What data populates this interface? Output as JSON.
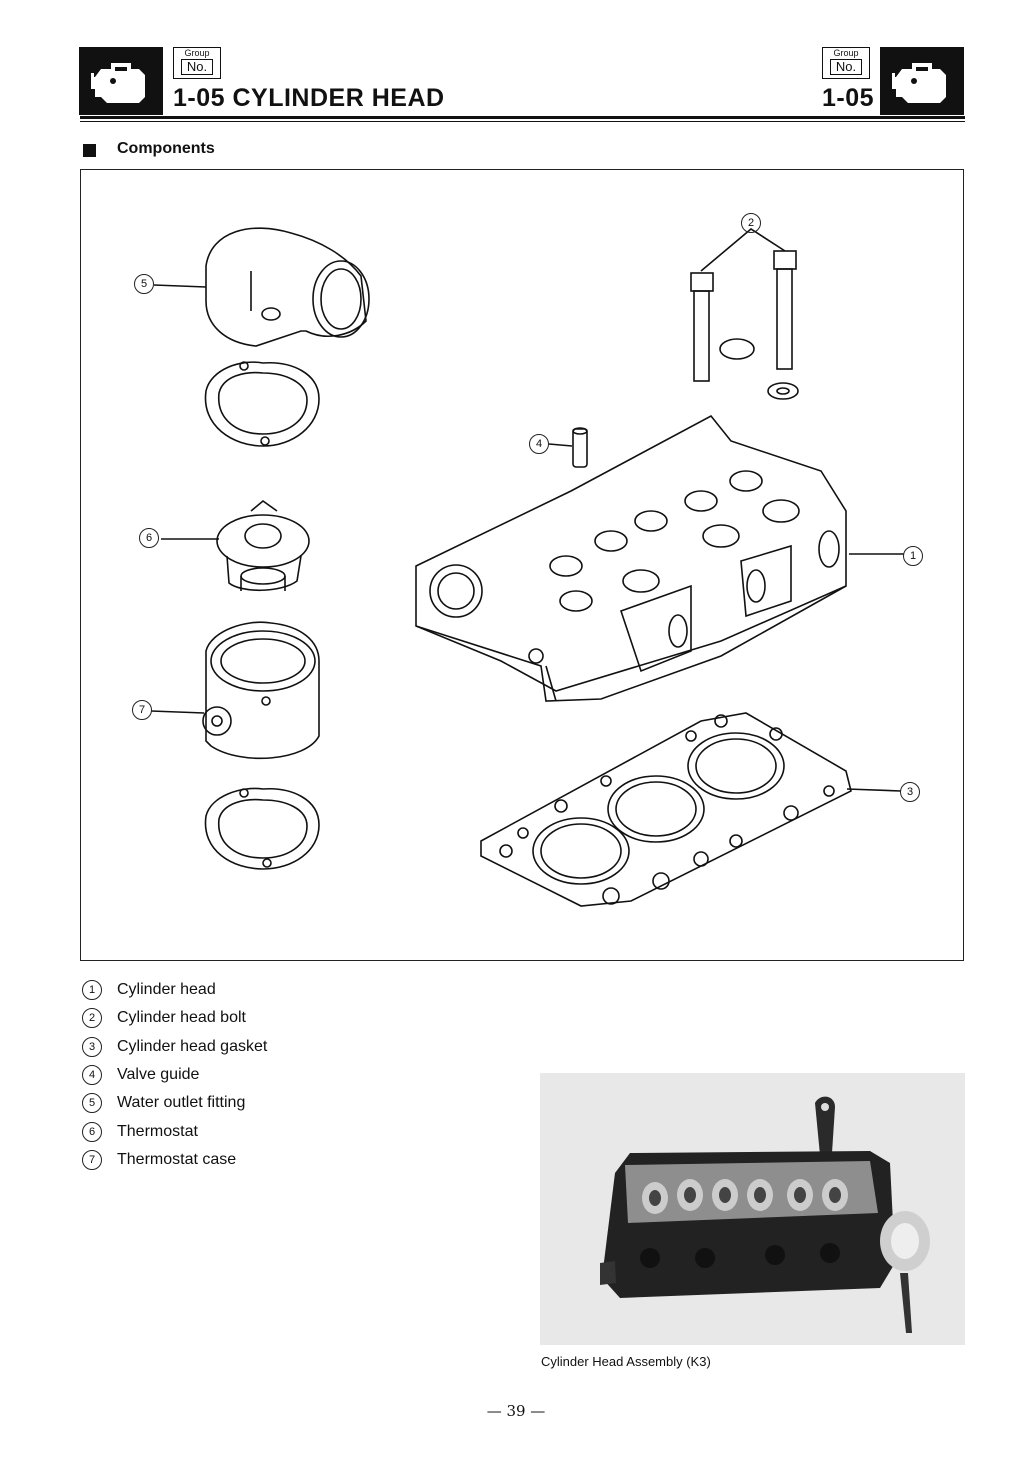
{
  "header": {
    "group_word": "Group",
    "no_word": "No.",
    "title": "1-05 CYLINDER HEAD",
    "right_code": "1-05"
  },
  "section": {
    "title": "Components"
  },
  "callouts": [
    "1",
    "2",
    "3",
    "4",
    "5",
    "6",
    "7"
  ],
  "legend": [
    {
      "num": "1",
      "label": "Cylinder head"
    },
    {
      "num": "2",
      "label": "Cylinder head bolt"
    },
    {
      "num": "3",
      "label": "Cylinder head gasket"
    },
    {
      "num": "4",
      "label": "Valve guide"
    },
    {
      "num": "5",
      "label": "Water outlet fitting"
    },
    {
      "num": "6",
      "label": "Thermostat"
    },
    {
      "num": "7",
      "label": "Thermostat case"
    }
  ],
  "photo": {
    "caption": "Cylinder Head Assembly (K3)"
  },
  "footer": {
    "page": "— 39 —"
  },
  "icons": [
    "engine-icon"
  ],
  "colors": {
    "ink": "#111111",
    "paper": "#ffffff"
  }
}
